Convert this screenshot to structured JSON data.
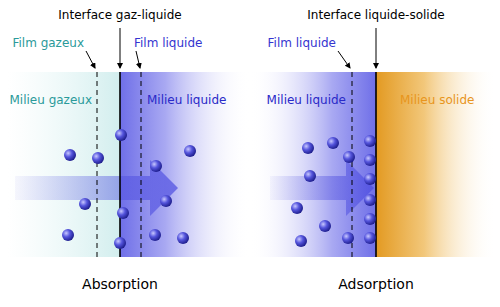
{
  "diagram": {
    "labels": [
      "Interface gaz-liquide",
      "Film gazeux",
      "Film liquide",
      "Milieu gazeux",
      "Milieu liquide",
      "Absorption",
      "Interface liquide-solide",
      "Film liquide",
      "Milieu liquide",
      "Milieu solide",
      "Adsorption"
    ]
  }
}
